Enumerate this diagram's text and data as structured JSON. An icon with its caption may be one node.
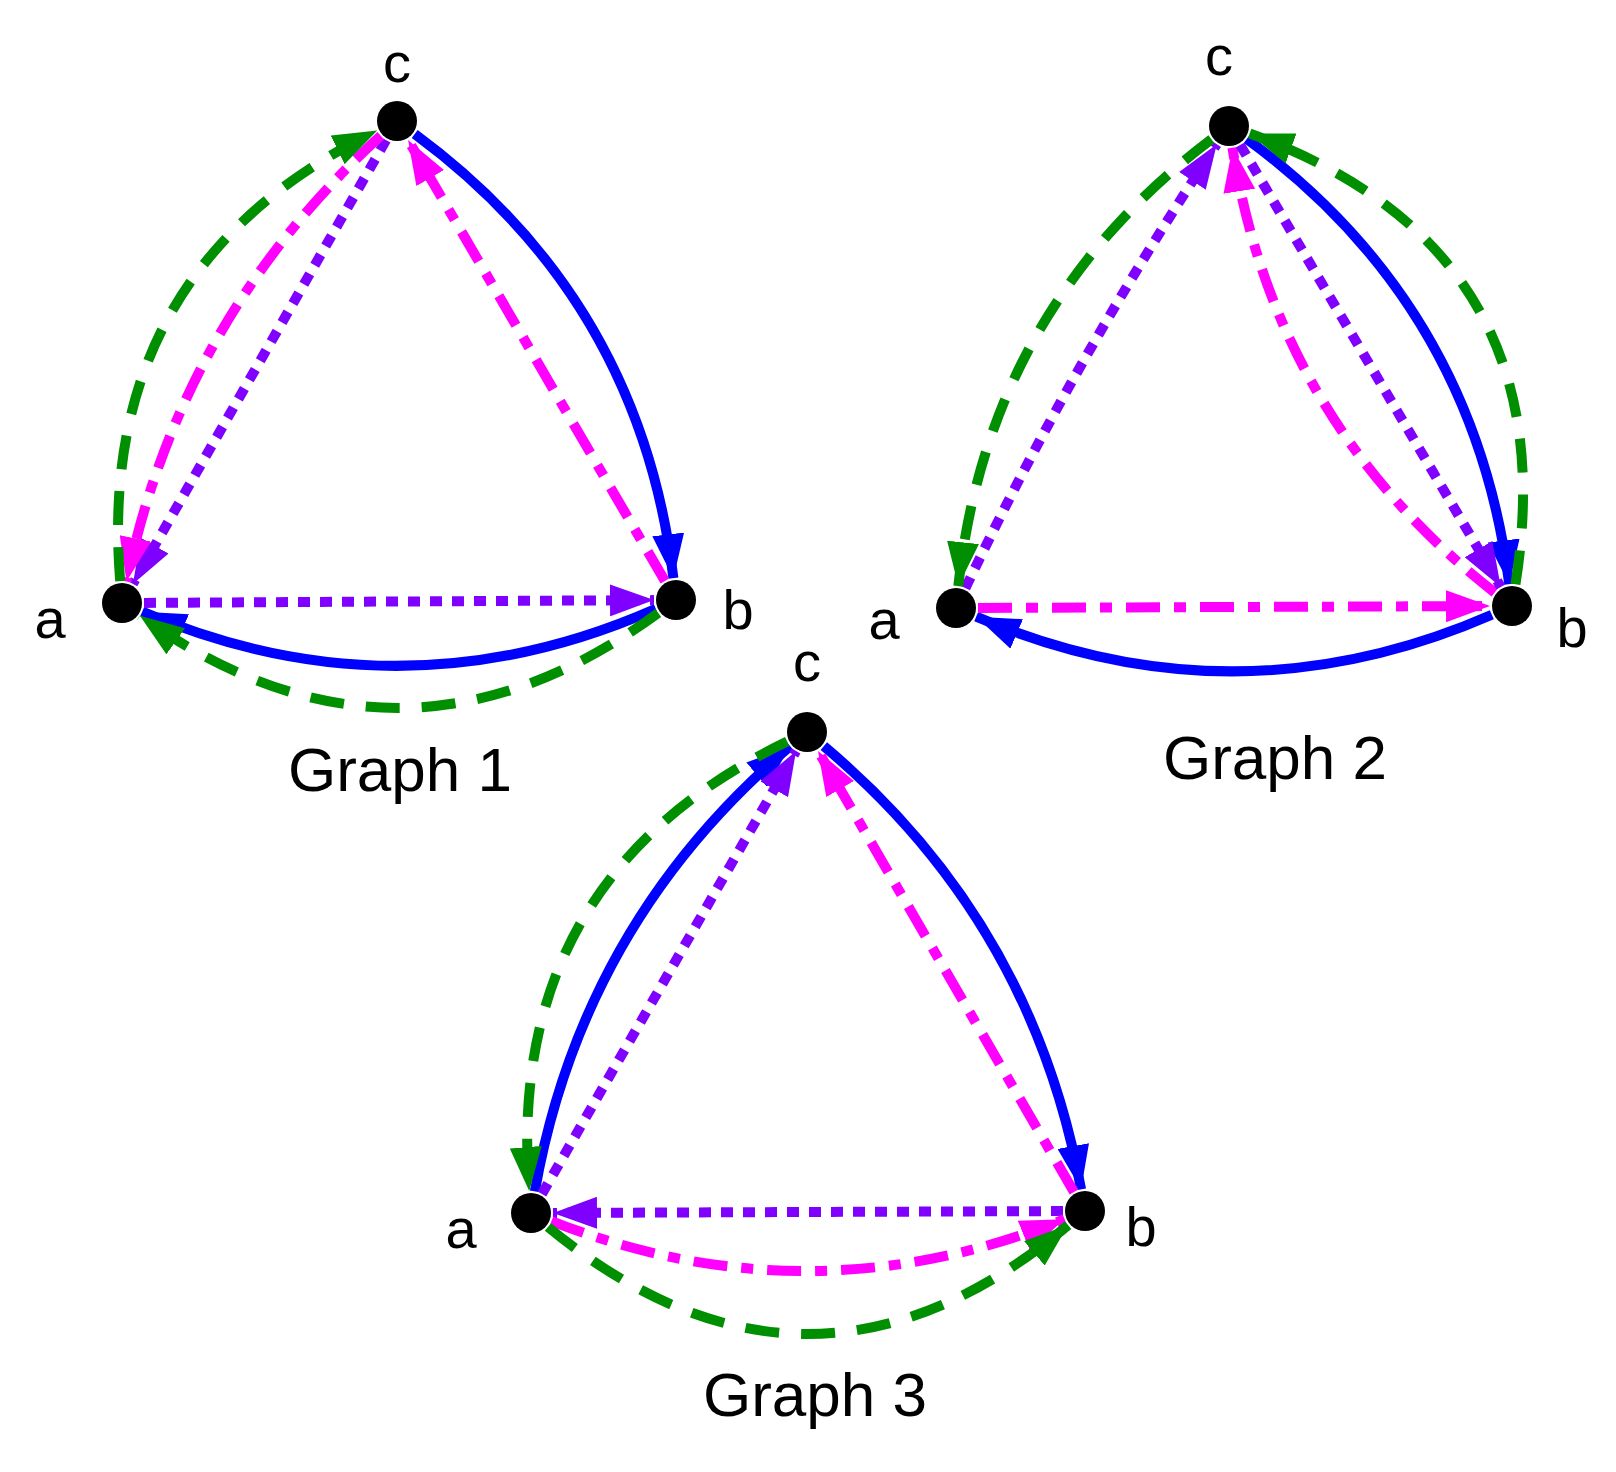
{
  "diagram": {
    "nodes": [
      {
        "text": [],
        "shape": "circle",
        "beside": [
          "a"
        ]
      },
      {
        "text": [],
        "shape": "circle",
        "beside": [
          "b"
        ]
      },
      {
        "text": [],
        "shape": "circle",
        "beside": [
          "c"
        ]
      },
      {
        "text": [],
        "shape": "circle",
        "beside": [
          "a"
        ]
      },
      {
        "text": [],
        "shape": "circle",
        "beside": [
          "b"
        ]
      },
      {
        "text": [],
        "shape": "circle",
        "beside": [
          "c"
        ]
      },
      {
        "text": [],
        "shape": "circle",
        "beside": [
          "a"
        ]
      },
      {
        "text": [],
        "shape": "circle",
        "beside": [
          "b"
        ]
      },
      {
        "text": [],
        "shape": "circle",
        "beside": [
          "c"
        ]
      }
    ],
    "edges": [
      {
        "from": 2,
        "to": 1,
        "arrow": "to",
        "color": "#0000ff"
      },
      {
        "from": 1,
        "to": 0,
        "arrow": "to",
        "color": "#0000ff"
      },
      {
        "from": 0,
        "to": 1,
        "arrow": "to",
        "style": "dashed",
        "color": "#7f00ff"
      },
      {
        "from": 2,
        "to": 0,
        "arrow": "to",
        "style": "dashed",
        "color": "#7f00ff"
      },
      {
        "from": 1,
        "to": 2,
        "arrow": "to",
        "style": "dashed",
        "color": "#ff00ff"
      },
      {
        "from": 2,
        "to": 0,
        "arrow": "to",
        "style": "dashed",
        "color": "#ff00ff"
      },
      {
        "from": 0,
        "to": 2,
        "arrow": "to",
        "style": "dashed",
        "color": "#008f00"
      },
      {
        "from": 1,
        "to": 0,
        "arrow": "to",
        "style": "dashed",
        "color": "#008f00"
      },
      {
        "from": 5,
        "to": 4,
        "arrow": "to",
        "color": "#0000ff"
      },
      {
        "from": 4,
        "to": 3,
        "arrow": "to",
        "color": "#0000ff"
      },
      {
        "from": 3,
        "to": 4,
        "arrow": "to",
        "style": "dashed",
        "color": "#ff00ff"
      },
      {
        "from": 4,
        "to": 5,
        "arrow": "to",
        "style": "dashed",
        "color": "#ff00ff"
      },
      {
        "from": 3,
        "to": 5,
        "arrow": "to",
        "style": "dashed",
        "color": "#7f00ff"
      },
      {
        "from": 5,
        "to": 4,
        "arrow": "to",
        "style": "dashed",
        "color": "#7f00ff"
      },
      {
        "from": 5,
        "to": 3,
        "arrow": "to",
        "style": "dashed",
        "color": "#008f00"
      },
      {
        "from": 4,
        "to": 5,
        "arrow": "to",
        "style": "dashed",
        "color": "#008f00"
      },
      {
        "from": 6,
        "to": 8,
        "arrow": "to",
        "color": "#0000ff"
      },
      {
        "from": 8,
        "to": 7,
        "arrow": "to",
        "color": "#0000ff"
      },
      {
        "from": 6,
        "to": 8,
        "arrow": "to",
        "style": "dashed",
        "color": "#7f00ff"
      },
      {
        "from": 7,
        "to": 6,
        "arrow": "to",
        "style": "dashed",
        "color": "#7f00ff"
      },
      {
        "from": 7,
        "to": 8,
        "arrow": "to",
        "style": "dashed",
        "color": "#ff00ff"
      },
      {
        "from": 6,
        "to": 7,
        "arrow": "to",
        "style": "dashed",
        "color": "#ff00ff"
      },
      {
        "from": 8,
        "to": 6,
        "arrow": "to",
        "style": "dashed",
        "color": "#008f00"
      },
      {
        "from": 6,
        "to": 7,
        "arrow": "to",
        "style": "dashed",
        "color": "#008f00"
      }
    ],
    "labels": [
      "Graph 1",
      "Graph 2",
      "Graph 3"
    ]
  }
}
